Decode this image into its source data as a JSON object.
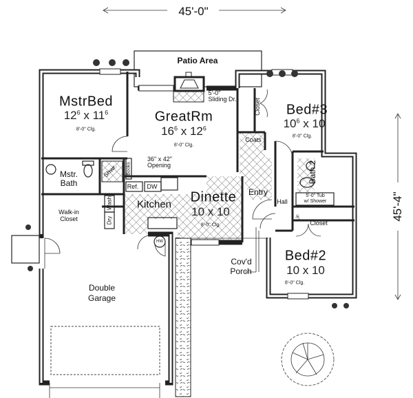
{
  "overall": {
    "width_dimension": "45'-0\"",
    "depth_dimension": "45'-4\""
  },
  "rooms": {
    "patio": {
      "name": "Patio Area"
    },
    "master_bed": {
      "name": "MstrBed",
      "dim_a": "12",
      "dim_a_sup": "6",
      "dim_b": "11",
      "dim_b_sup": "6",
      "ceiling": "8'-0\" Clg."
    },
    "great_room": {
      "name": "GreatRm",
      "dim_a": "16",
      "dim_a_sup": "6",
      "dim_b": "12",
      "dim_b_sup": "6",
      "ceiling": "8'-0\" Clg."
    },
    "bed3": {
      "name": "Bed#3",
      "dim_a": "10",
      "dim_a_sup": "6",
      "dim_b": "10",
      "ceiling": "8'-0\" Clg."
    },
    "dinette": {
      "name": "Dinette",
      "dims": "10 x 10",
      "ceiling": "8'-0\" Clg."
    },
    "bed2": {
      "name": "Bed#2",
      "dims": "10 x 10",
      "ceiling": "8'-0\" Clg."
    },
    "kitchen": {
      "name": "Kitchen"
    },
    "master_bath": {
      "name_line1": "Mstr.",
      "name_line2": "Bath"
    },
    "walk_in_closet": {
      "name_line1": "Walk-in",
      "name_line2": "Closet"
    },
    "entry": {
      "name": "Entry"
    },
    "hall": {
      "name": "Hall"
    },
    "bath2": {
      "name": "Bath 2"
    },
    "garage": {
      "name_line1": "Double",
      "name_line2": "Garage"
    },
    "porch": {
      "name_line1": "Cov'd",
      "name_line2": "Porch"
    }
  },
  "fixtures": {
    "sliding_door": {
      "line1": "5'-0\"",
      "line2": "Sliding Dr."
    },
    "opening": {
      "line1": "36\" x 42\"",
      "line2": "Opening"
    },
    "closet_bed3": "Closet",
    "coats": "Coats",
    "books": "Books",
    "shower": "Shwr.",
    "refrigerator": "Ref.",
    "dishwasher": "DW",
    "washer": "Wash",
    "dryer": "Dry",
    "water_heater": "HW",
    "tub": {
      "line1": "5'-0\" Tub",
      "line2": "w/ Shower"
    },
    "linen": "Lin",
    "closet_bed2": "Closet"
  }
}
